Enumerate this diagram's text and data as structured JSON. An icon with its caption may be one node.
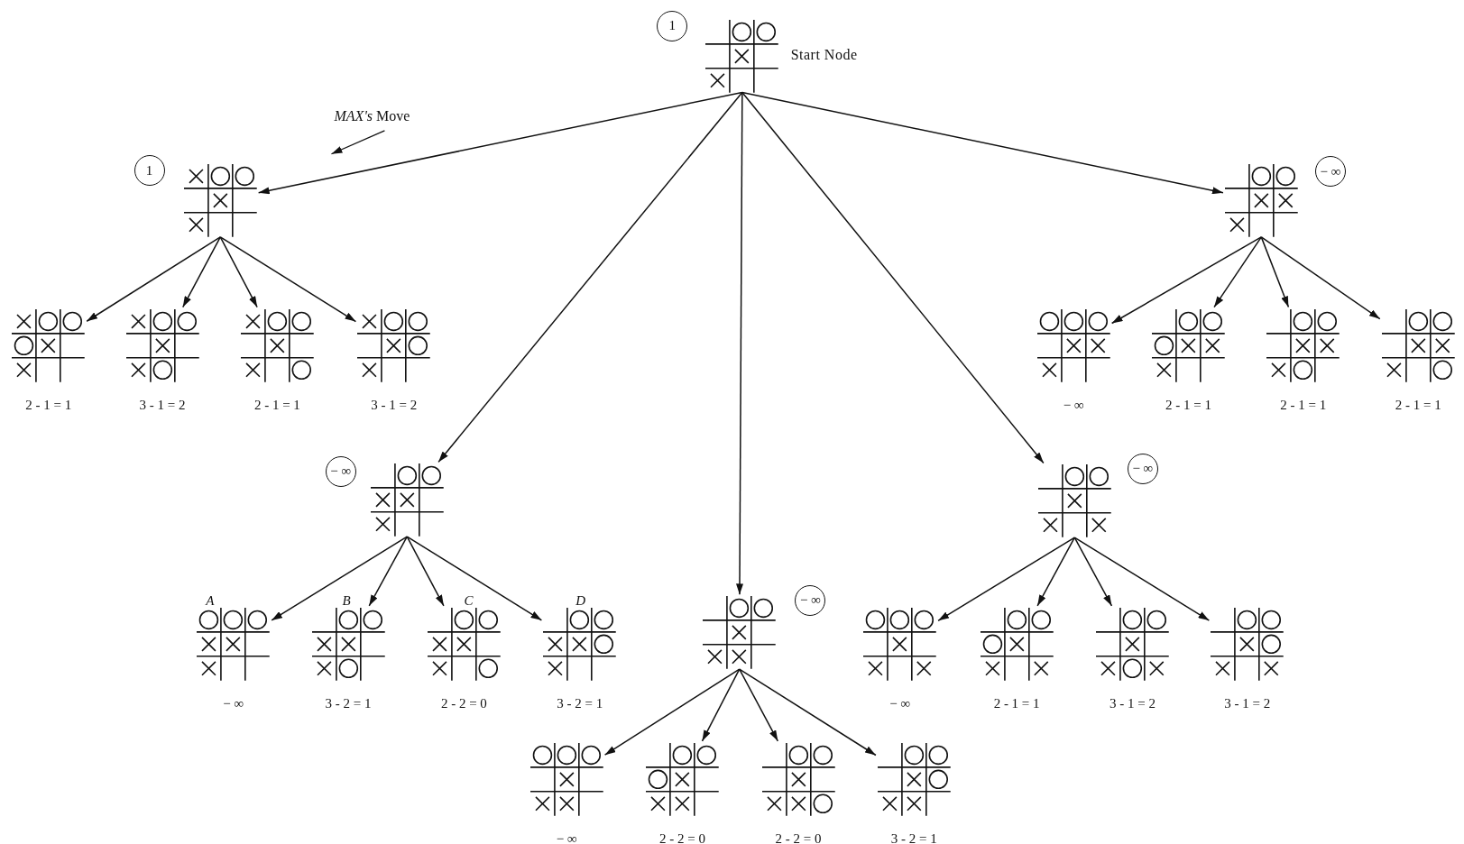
{
  "diagram": {
    "nodes": [
      {
        "text": [],
        "shape": "board",
        "beside": [
          "Start Node"
        ]
      },
      {
        "text": [],
        "shape": "board"
      },
      {
        "text": [],
        "shape": "board"
      },
      {
        "text": [],
        "shape": "board",
        "beside": [
          "2 - 1 = 1"
        ]
      },
      {
        "text": [],
        "shape": "board",
        "beside": [
          "3 - 1 = 2"
        ]
      },
      {
        "text": [],
        "shape": "board",
        "beside": [
          "2 - 1 = 1"
        ]
      },
      {
        "text": [],
        "shape": "board",
        "beside": [
          "3 - 1 = 2"
        ]
      },
      {
        "text": [],
        "shape": "board",
        "beside": [
          "− ∞"
        ]
      },
      {
        "text": [],
        "shape": "board",
        "beside": [
          "2 - 1 = 1"
        ]
      },
      {
        "text": [],
        "shape": "board",
        "beside": [
          "2 - 1 = 1"
        ]
      },
      {
        "text": [],
        "shape": "board",
        "beside": [
          "2 - 1 = 1"
        ]
      },
      {
        "text": [],
        "shape": "board"
      },
      {
        "text": [],
        "shape": "board"
      },
      {
        "text": [],
        "shape": "board",
        "beside": [
          "A",
          "− ∞"
        ]
      },
      {
        "text": [],
        "shape": "board",
        "beside": [
          "B",
          "3 - 2 = 1"
        ]
      },
      {
        "text": [],
        "shape": "board",
        "beside": [
          "C",
          "2 - 2 = 0"
        ]
      },
      {
        "text": [],
        "shape": "board",
        "beside": [
          "D",
          "3 - 2 = 1"
        ]
      },
      {
        "text": [],
        "shape": "board"
      },
      {
        "text": [],
        "shape": "board",
        "beside": [
          "− ∞"
        ]
      },
      {
        "text": [],
        "shape": "board",
        "beside": [
          "2 - 1 = 1"
        ]
      },
      {
        "text": [],
        "shape": "board",
        "beside": [
          "3 - 1 = 2"
        ]
      },
      {
        "text": [],
        "shape": "board",
        "beside": [
          "3 - 1 = 2"
        ]
      },
      {
        "text": [],
        "shape": "board",
        "beside": [
          "− ∞"
        ]
      },
      {
        "text": [],
        "shape": "board",
        "beside": [
          "2 - 2 = 0"
        ]
      },
      {
        "text": [],
        "shape": "board",
        "beside": [
          "2 - 2 = 0"
        ]
      },
      {
        "text": [],
        "shape": "board",
        "beside": [
          "3 - 2 = 1"
        ]
      },
      {
        "text": [
          "1"
        ]
      },
      {
        "text": [
          "1"
        ]
      },
      {
        "text": [
          "− ∞"
        ]
      },
      {
        "text": [
          "− ∞"
        ]
      },
      {
        "text": [
          "− ∞"
        ]
      },
      {
        "text": [
          "− ∞"
        ]
      }
    ],
    "edges": [
      {
        "from": 0,
        "to": 1,
        "arrow": "to"
      },
      {
        "from": 0,
        "to": 11,
        "arrow": "to"
      },
      {
        "from": 0,
        "to": 17,
        "arrow": "to"
      },
      {
        "from": 0,
        "to": 12,
        "arrow": "to"
      },
      {
        "from": 0,
        "to": 2,
        "arrow": "to"
      },
      {
        "from": 1,
        "to": 3,
        "arrow": "to"
      },
      {
        "from": 1,
        "to": 4,
        "arrow": "to"
      },
      {
        "from": 1,
        "to": 5,
        "arrow": "to"
      },
      {
        "from": 1,
        "to": 6,
        "arrow": "to"
      },
      {
        "from": 2,
        "to": 7,
        "arrow": "to"
      },
      {
        "from": 2,
        "to": 8,
        "arrow": "to"
      },
      {
        "from": 2,
        "to": 9,
        "arrow": "to"
      },
      {
        "from": 2,
        "to": 10,
        "arrow": "to"
      },
      {
        "from": 11,
        "to": 13,
        "arrow": "to"
      },
      {
        "from": 11,
        "to": 14,
        "arrow": "to"
      },
      {
        "from": 11,
        "to": 15,
        "arrow": "to"
      },
      {
        "from": 11,
        "to": 16,
        "arrow": "to"
      },
      {
        "from": 12,
        "to": 18,
        "arrow": "to"
      },
      {
        "from": 12,
        "to": 19,
        "arrow": "to"
      },
      {
        "from": 12,
        "to": 20,
        "arrow": "to"
      },
      {
        "from": 12,
        "to": 21,
        "arrow": "to"
      },
      {
        "from": 17,
        "to": 22,
        "arrow": "to"
      },
      {
        "from": 17,
        "to": 23,
        "arrow": "to"
      },
      {
        "from": 17,
        "to": 24,
        "arrow": "to"
      },
      {
        "from": 17,
        "to": 25,
        "arrow": "to"
      }
    ],
    "labels": [
      "*MAX's* Move"
    ]
  }
}
